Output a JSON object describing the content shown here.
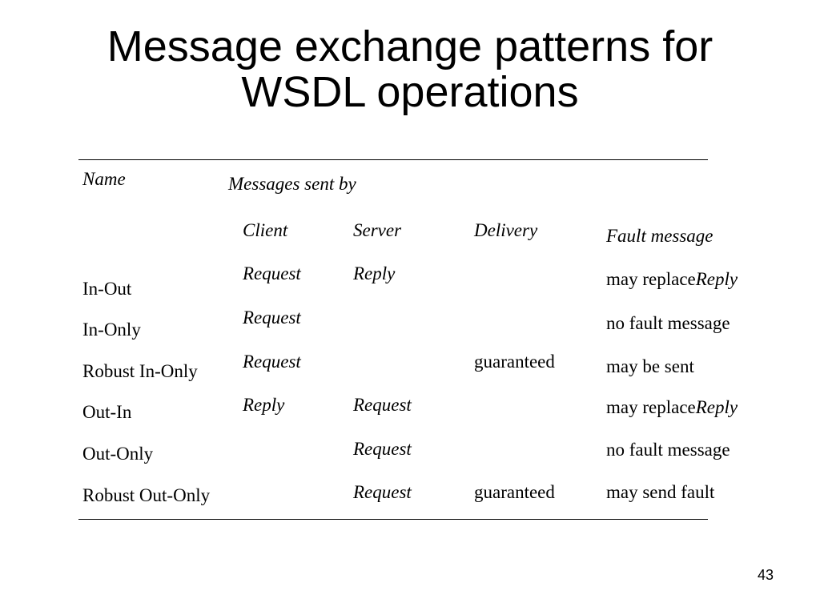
{
  "slide": {
    "title_line1": "Message exchange patterns for",
    "title_line2": "WSDL operations",
    "page_number": "43"
  },
  "table": {
    "headers": {
      "name": "Name",
      "messages_sent_by": "Messages sent by",
      "client": "Client",
      "server": "Server",
      "delivery": "Delivery",
      "fault": "Fault message"
    },
    "rows": [
      {
        "name": "In-Out",
        "client": "Request",
        "server": "Reply",
        "delivery": "",
        "fault_text": "may replace",
        "fault_ref": "Reply"
      },
      {
        "name": "In-Only",
        "client": "Request",
        "server": "",
        "delivery": "",
        "fault_text": "no fault message",
        "fault_ref": ""
      },
      {
        "name": "Robust In-Only",
        "client": "Request",
        "server": "",
        "delivery": "guaranteed",
        "fault_text": "may be sent",
        "fault_ref": ""
      },
      {
        "name": "Out-In",
        "client": "Reply",
        "server": "Request",
        "delivery": "",
        "fault_text": "may replace",
        "fault_ref": "Reply"
      },
      {
        "name": "Out-Only",
        "client": "",
        "server": "Request",
        "delivery": "",
        "fault_text": "no fault message",
        "fault_ref": ""
      },
      {
        "name": "Robust Out-Only",
        "client": "",
        "server": "Request",
        "delivery": "guaranteed",
        "fault_text": "may send fault",
        "fault_ref": ""
      }
    ]
  }
}
